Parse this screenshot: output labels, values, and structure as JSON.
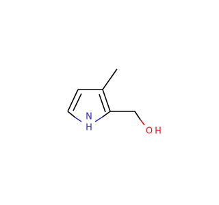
{
  "structure": {
    "atoms": {
      "nh": {
        "element": "N",
        "hydrogen": "H",
        "color": "#2a2ad0"
      },
      "oh": {
        "element": "O",
        "hydrogen": "H",
        "color": "#e0161b"
      }
    },
    "colors": {
      "bond": "#000000",
      "background": "#ffffff"
    }
  }
}
